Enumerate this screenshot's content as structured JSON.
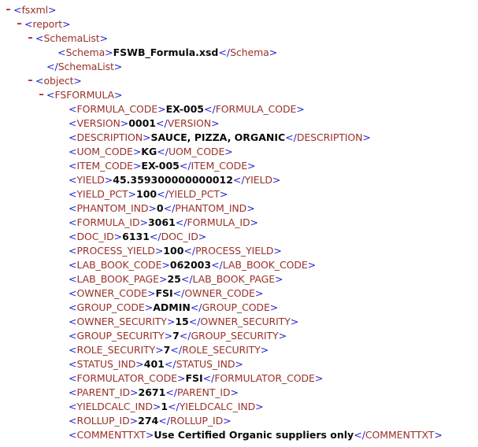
{
  "viewer": {
    "type": "xml-tree-view",
    "background": "#ffffff",
    "colors": {
      "bracket": "#2222cc",
      "tag_name": "#99322a",
      "value": "#0a0a0a",
      "marker": "#a52019"
    },
    "marker_glyph": "–"
  },
  "lines": [
    {
      "indent": 0,
      "marker": "minus",
      "kind": "open",
      "tag": "fsxml"
    },
    {
      "indent": 1,
      "marker": "minus",
      "kind": "open",
      "tag": "report"
    },
    {
      "indent": 2,
      "marker": "minus",
      "kind": "open",
      "tag": "SchemaList"
    },
    {
      "indent": 4,
      "marker": "none",
      "kind": "leaf",
      "tag": "Schema",
      "value": "FSWB_Formula.xsd"
    },
    {
      "indent": 3,
      "marker": "none",
      "kind": "close",
      "tag": "SchemaList"
    },
    {
      "indent": 2,
      "marker": "minus",
      "kind": "open",
      "tag": "object"
    },
    {
      "indent": 3,
      "marker": "minus",
      "kind": "open",
      "tag": "FSFORMULA"
    },
    {
      "indent": 5,
      "marker": "none",
      "kind": "leaf",
      "tag": "FORMULA_CODE",
      "value": "EX-005"
    },
    {
      "indent": 5,
      "marker": "none",
      "kind": "leaf",
      "tag": "VERSION",
      "value": "0001"
    },
    {
      "indent": 5,
      "marker": "none",
      "kind": "leaf",
      "tag": "DESCRIPTION",
      "value": "SAUCE, PIZZA, ORGANIC"
    },
    {
      "indent": 5,
      "marker": "none",
      "kind": "leaf",
      "tag": "UOM_CODE",
      "value": "KG"
    },
    {
      "indent": 5,
      "marker": "none",
      "kind": "leaf",
      "tag": "ITEM_CODE",
      "value": "EX-005"
    },
    {
      "indent": 5,
      "marker": "none",
      "kind": "leaf",
      "tag": "YIELD",
      "value": "45.359300000000012"
    },
    {
      "indent": 5,
      "marker": "none",
      "kind": "leaf",
      "tag": "YIELD_PCT",
      "value": "100"
    },
    {
      "indent": 5,
      "marker": "none",
      "kind": "leaf",
      "tag": "PHANTOM_IND",
      "value": "0"
    },
    {
      "indent": 5,
      "marker": "none",
      "kind": "leaf",
      "tag": "FORMULA_ID",
      "value": "3061"
    },
    {
      "indent": 5,
      "marker": "none",
      "kind": "leaf",
      "tag": "DOC_ID",
      "value": "6131"
    },
    {
      "indent": 5,
      "marker": "none",
      "kind": "leaf",
      "tag": "PROCESS_YIELD",
      "value": "100"
    },
    {
      "indent": 5,
      "marker": "none",
      "kind": "leaf",
      "tag": "LAB_BOOK_CODE",
      "value": "062003"
    },
    {
      "indent": 5,
      "marker": "none",
      "kind": "leaf",
      "tag": "LAB_BOOK_PAGE",
      "value": "25"
    },
    {
      "indent": 5,
      "marker": "none",
      "kind": "leaf",
      "tag": "OWNER_CODE",
      "value": "FSI"
    },
    {
      "indent": 5,
      "marker": "none",
      "kind": "leaf",
      "tag": "GROUP_CODE",
      "value": "ADMIN"
    },
    {
      "indent": 5,
      "marker": "none",
      "kind": "leaf",
      "tag": "OWNER_SECURITY",
      "value": "15"
    },
    {
      "indent": 5,
      "marker": "none",
      "kind": "leaf",
      "tag": "GROUP_SECURITY",
      "value": "7"
    },
    {
      "indent": 5,
      "marker": "none",
      "kind": "leaf",
      "tag": "ROLE_SECURITY",
      "value": "7"
    },
    {
      "indent": 5,
      "marker": "none",
      "kind": "leaf",
      "tag": "STATUS_IND",
      "value": "401"
    },
    {
      "indent": 5,
      "marker": "none",
      "kind": "leaf",
      "tag": "FORMULATOR_CODE",
      "value": "FSI"
    },
    {
      "indent": 5,
      "marker": "none",
      "kind": "leaf",
      "tag": "PARENT_ID",
      "value": "2671"
    },
    {
      "indent": 5,
      "marker": "none",
      "kind": "leaf",
      "tag": "YIELDCALC_IND",
      "value": "1"
    },
    {
      "indent": 5,
      "marker": "none",
      "kind": "leaf",
      "tag": "ROLLUP_ID",
      "value": "274"
    },
    {
      "indent": 5,
      "marker": "none",
      "kind": "leaf",
      "tag": "COMMENTTXT",
      "value": "Use Certified Organic suppliers only"
    }
  ]
}
